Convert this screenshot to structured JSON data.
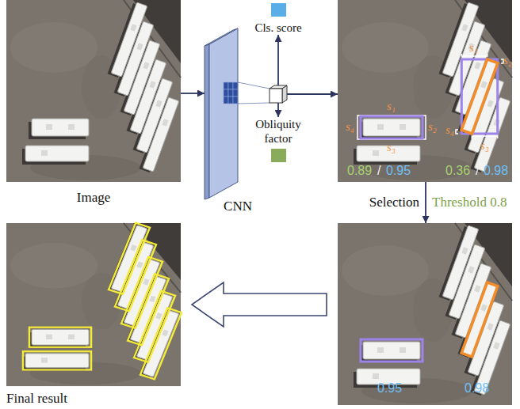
{
  "diagram": {
    "nodes": [
      {
        "text": [
          "Image"
        ]
      },
      {
        "text": [
          "CNN"
        ]
      },
      {
        "text": [
          "Cls. score"
        ]
      },
      {
        "text": [
          "Obliquity factor"
        ]
      },
      {
        "text": [
          "0.89",
          "/",
          "0.95",
          "0.36",
          "/",
          "0.98"
        ]
      },
      {
        "text": [
          "0.95",
          "0.98"
        ]
      },
      {
        "text": [
          "Final result"
        ]
      }
    ],
    "edges": [
      {
        "from": 0,
        "to": 1,
        "arrow": "to"
      },
      {
        "from": 1,
        "to": 2,
        "arrow": "to"
      },
      {
        "from": 1,
        "to": 3,
        "arrow": "to"
      },
      {
        "from": 1,
        "to": 4,
        "arrow": "to"
      },
      {
        "from": 4,
        "to": 5,
        "arrow": "to"
      },
      {
        "from": 5,
        "to": 6,
        "arrow": "to"
      }
    ],
    "labels": [
      "s₁",
      "s₂",
      "s₃",
      "s₄",
      "s₁",
      "s₂",
      "s₄",
      "s₃",
      "Selection",
      "Threshold 0.8"
    ]
  }
}
